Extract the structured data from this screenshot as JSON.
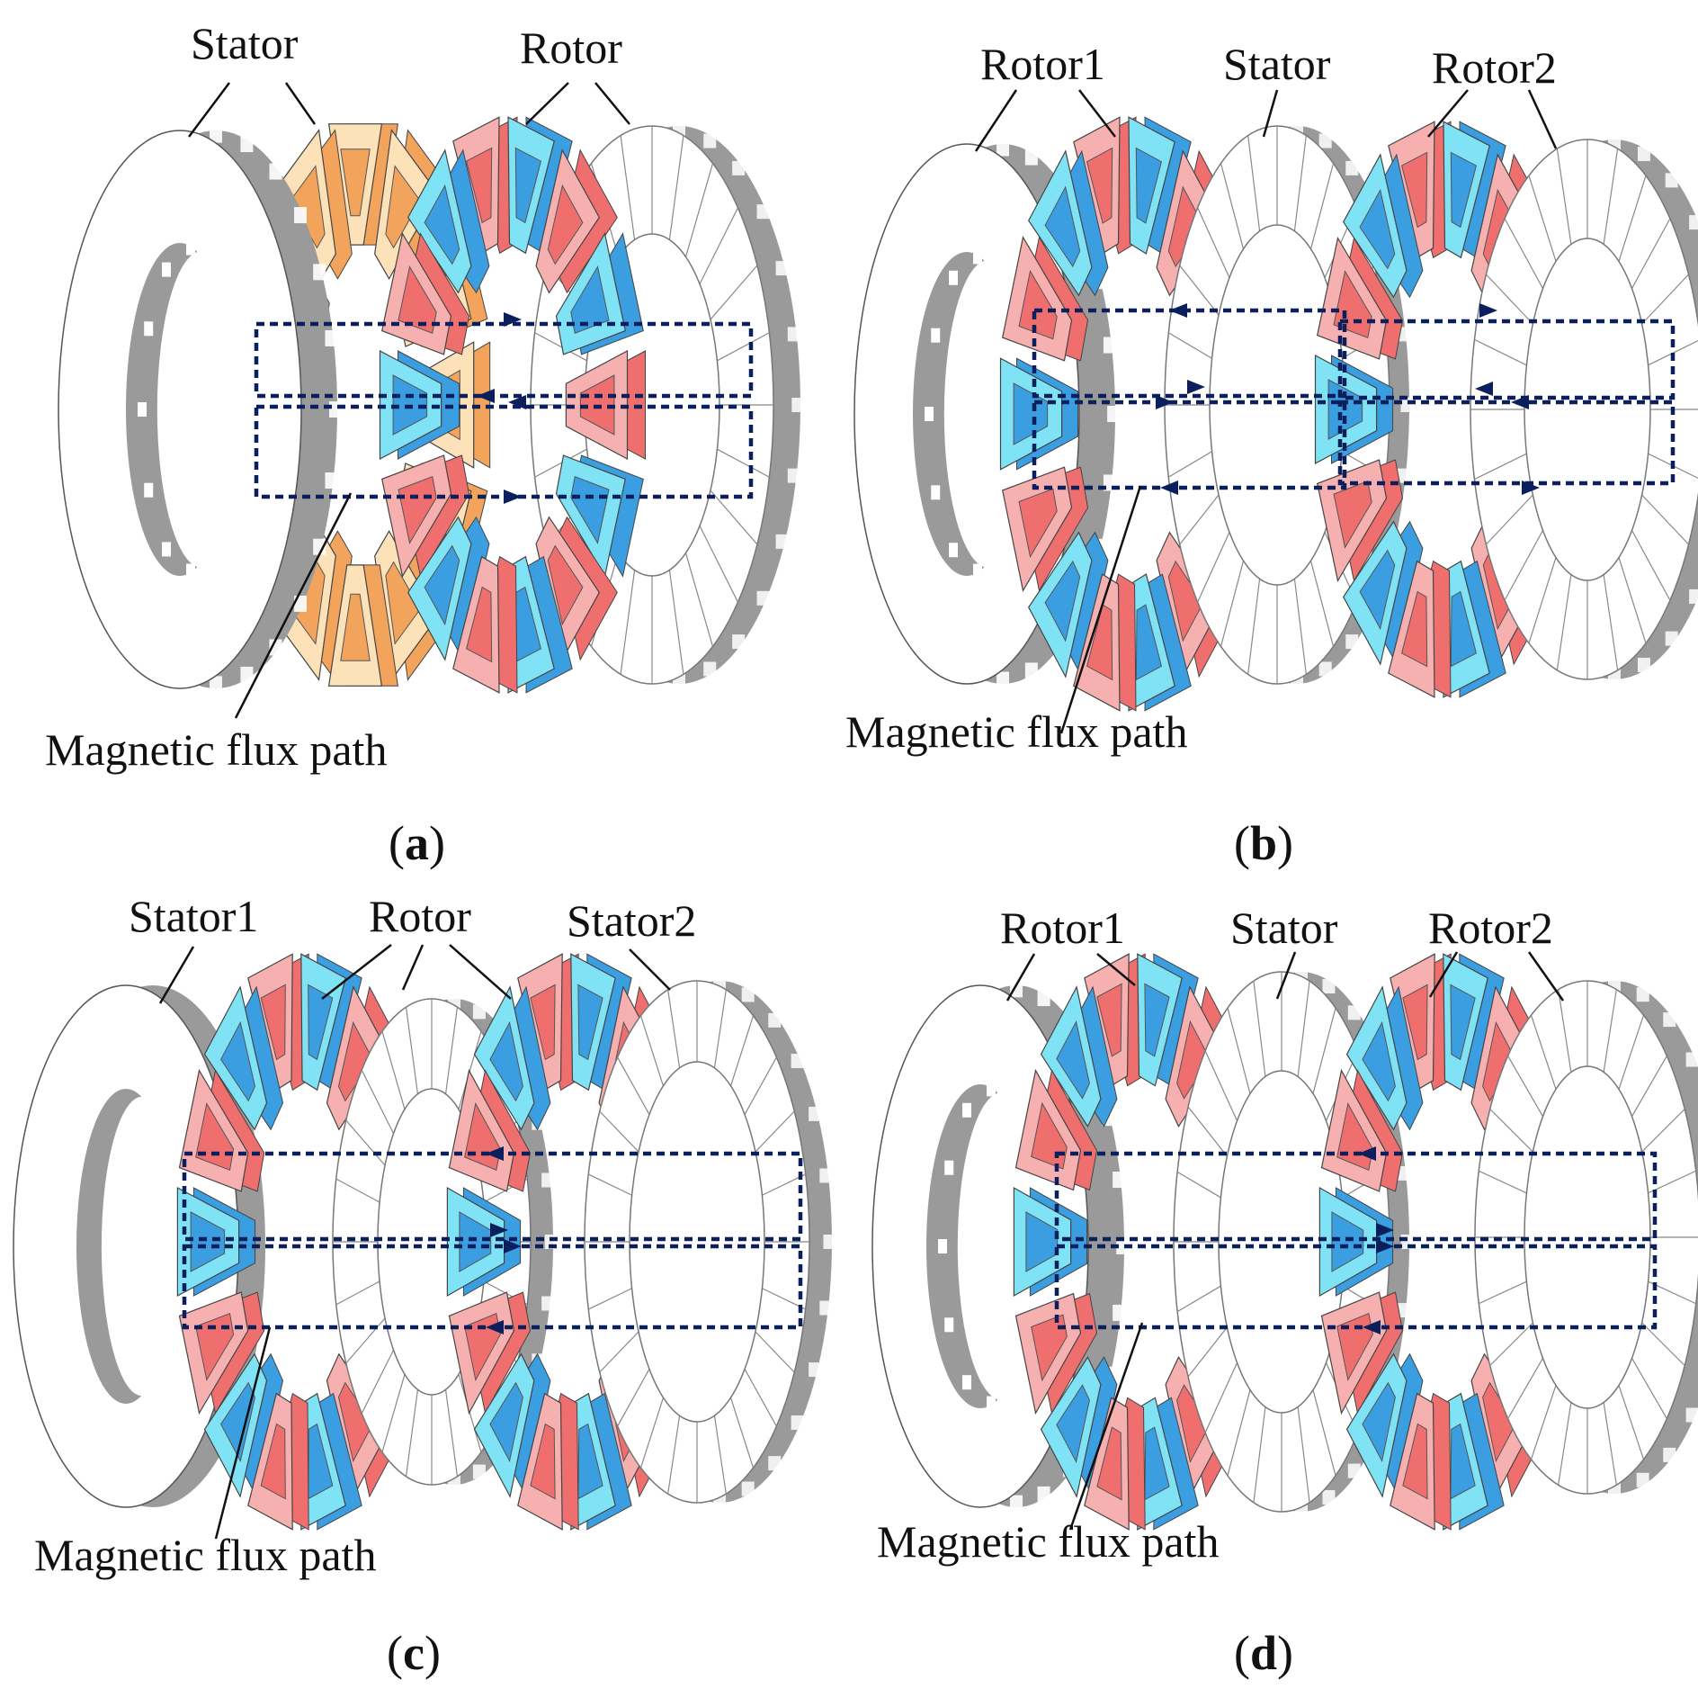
{
  "colors": {
    "iron_face": "#ffffff",
    "iron_edge": "#9a9a9a",
    "iron_dark": "#6e6e6e",
    "magnet_red": "#ef6f6f",
    "magnet_red_light": "#f7b0b0",
    "magnet_blue": "#3a9ee0",
    "magnet_blue_light": "#7fe3f5",
    "coil_orange": "#f2a35c",
    "coil_orange_light": "#fde1b8",
    "flux_path": "#0b1f5c"
  },
  "panels": [
    {
      "id": "a",
      "caption": "(a)",
      "letter": "a",
      "labels": [
        "Stator",
        "Rotor",
        "Magnetic flux path"
      ]
    },
    {
      "id": "b",
      "caption": "(b)",
      "letter": "b",
      "labels": [
        "Rotor1",
        "Stator",
        "Rotor2",
        "Magnetic flux path"
      ]
    },
    {
      "id": "c",
      "caption": "(c)",
      "letter": "c",
      "labels": [
        "Stator1",
        "Rotor",
        "Stator2",
        "Magnetic flux path"
      ]
    },
    {
      "id": "d",
      "caption": "(d)",
      "letter": "d",
      "labels": [
        "Rotor1",
        "Stator",
        "Rotor2",
        "Magnetic flux path"
      ]
    }
  ]
}
